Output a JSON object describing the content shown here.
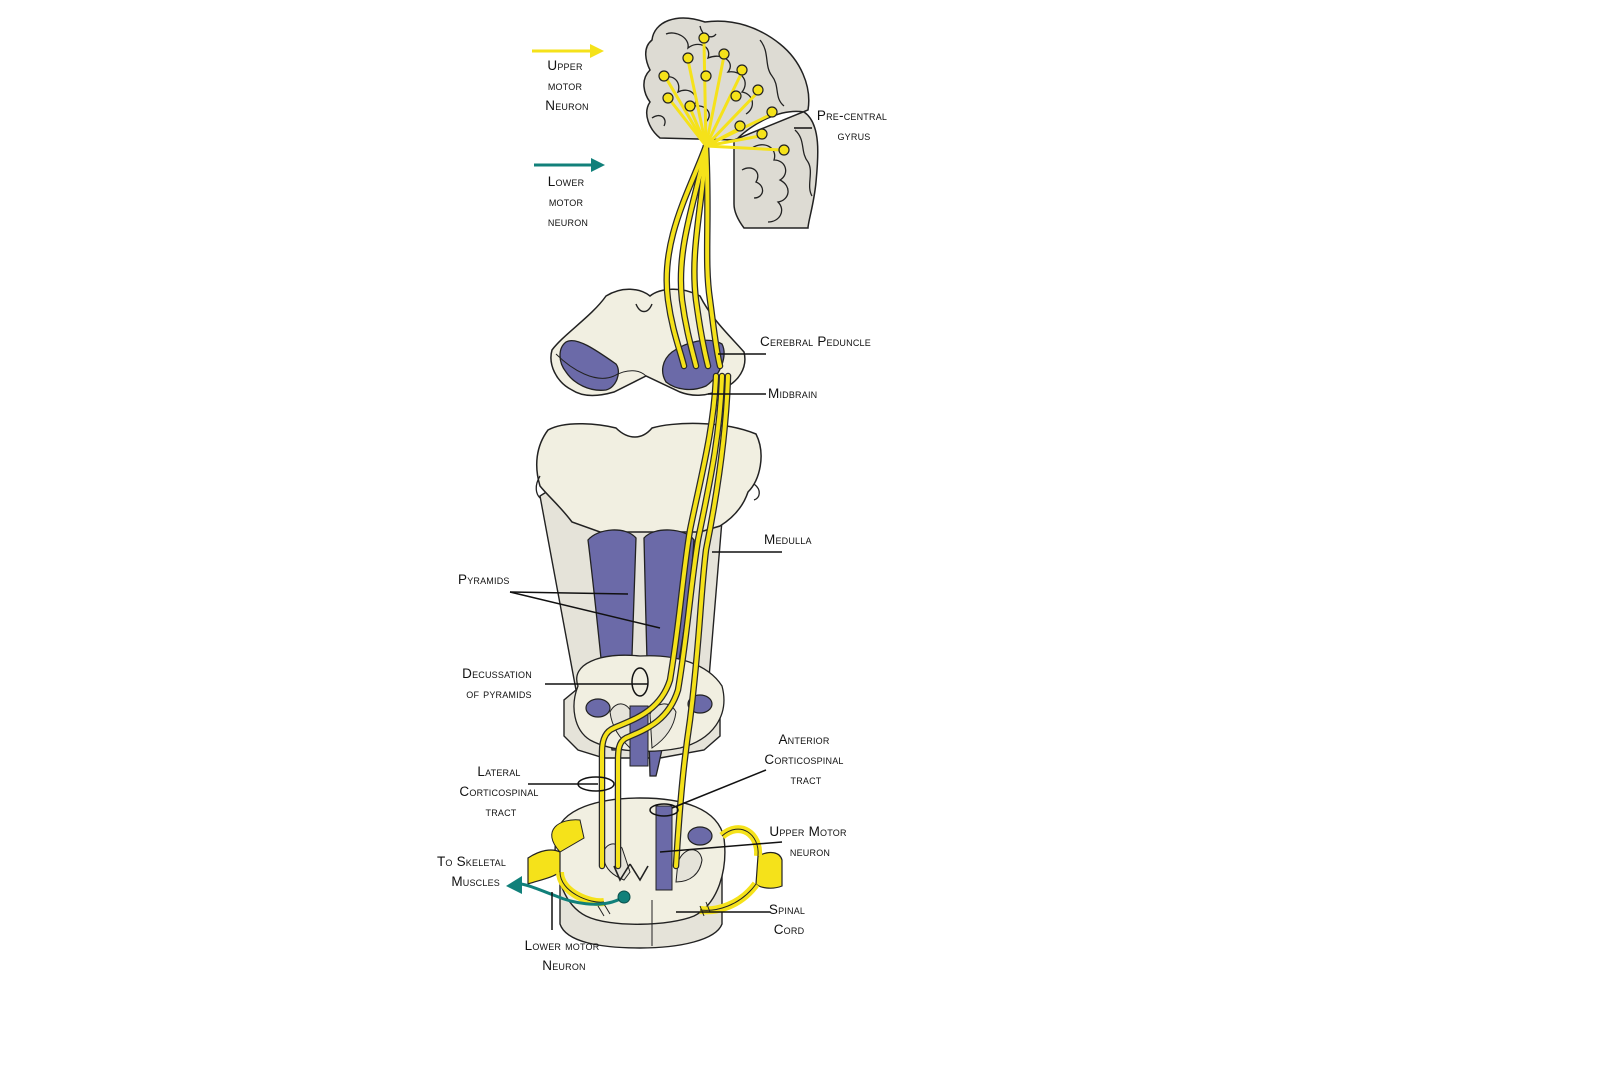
{
  "legend": {
    "upper_motor_neuron": [
      "Upper",
      "motor",
      "Neuron"
    ],
    "lower_motor_neuron": [
      "Lower",
      "motor",
      "neuron"
    ]
  },
  "labels": {
    "precentral_gyrus": [
      "Pre-central",
      "gyrus"
    ],
    "cerebral_peduncle": "Cerebral Peduncle",
    "midbrain": "Midbrain",
    "medulla": "Medulla",
    "pyramids": "Pyramids",
    "decussation": [
      "Decussation",
      "of pyramids"
    ],
    "lateral_corticospinal": [
      "Lateral",
      "Corticospinal",
      "tract"
    ],
    "anterior_corticospinal": [
      "Anterior",
      "Corticospinal",
      "tract"
    ],
    "upper_motor_neuron_cord": [
      "Upper Motor",
      "neuron"
    ],
    "to_skeletal_muscles": [
      "To Skeletal",
      "Muscles"
    ],
    "spinal_cord": [
      "Spinal",
      "Cord"
    ],
    "lower_motor_neuron_cord": [
      "Lower motor",
      "Neuron"
    ]
  },
  "colors": {
    "upper_motor_neuron": "#F5E21A",
    "lower_motor_neuron": "#11807A",
    "tissue": "#F1EFE1",
    "tract": "#6B6AA8",
    "outline": "#2a2a2a"
  }
}
